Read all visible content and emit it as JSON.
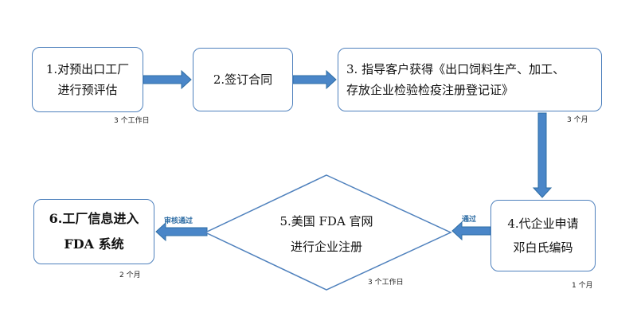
{
  "steps": {
    "step1": {
      "line1": "1.对预出口工厂",
      "line2": "进行预评估",
      "duration": "3 个工作日"
    },
    "step2": {
      "line1": "2.签订合同"
    },
    "step3": {
      "line1": "3. 指导客户获得《出口饲料生产、加工、",
      "line2": "存放企业检验检疫注册登记证》",
      "duration": "3 个月"
    },
    "step4": {
      "line1": "4.代企业申请",
      "line2": "邓白氏编码",
      "duration": "1 个月"
    },
    "step5": {
      "line1": "5.美国 FDA 官网",
      "line2": "进行企业注册",
      "duration": "3 个工作日"
    },
    "step6": {
      "line1": "6.工厂信息进入",
      "line2": "FDA 系统",
      "duration": "2 个月"
    }
  },
  "edges": {
    "step4_to_step5": "通过",
    "step5_to_step6": "审核通过"
  },
  "colors": {
    "box_border": "#4f81bd",
    "arrow_fill": "#4a86c8",
    "arrow_stroke": "#2e6da4",
    "diamond_border": "#4f81bd"
  }
}
